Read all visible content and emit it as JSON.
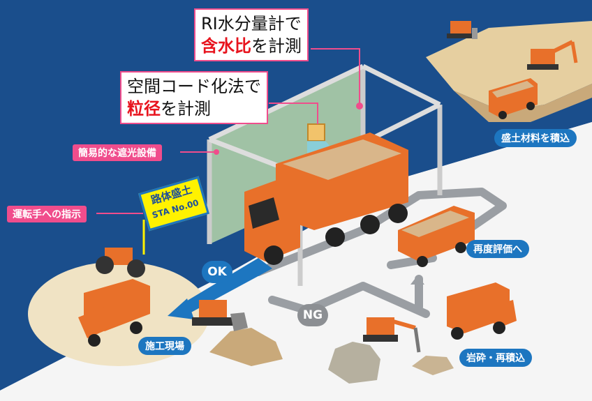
{
  "callouts": {
    "ri": {
      "line1": "RI水分量計で",
      "emph": "含水比",
      "rest": "を計測"
    },
    "code": {
      "line1": "空間コード化法で",
      "emph": "粒径",
      "rest": "を計測"
    }
  },
  "labels": {
    "shade": "簡易的な遮光設備",
    "driver": "運転手への指示",
    "load": "盛土材料を積込",
    "reevaluate": "再度評価へ",
    "site": "施工現場",
    "crush": "岩砕・再積込",
    "ok": "OK",
    "ng": "NG"
  },
  "sign": {
    "title": "路体盛土",
    "station": "STA No.00"
  },
  "colors": {
    "navy": "#1a4e8c",
    "pink": "#f04d8c",
    "blue_badge": "#1d76c0",
    "orange": "#e8702a",
    "red_text": "#e8141e",
    "road_gray": "#9a9ea3",
    "sand": "#e6cfa0",
    "sign_yellow": "#fff200"
  },
  "icons": [
    "dump-truck-icon",
    "excavator-icon",
    "bulldozer-icon",
    "road-roller-icon",
    "rock-crusher-icon",
    "sensor-box-icon",
    "light-shield-frame-icon"
  ]
}
